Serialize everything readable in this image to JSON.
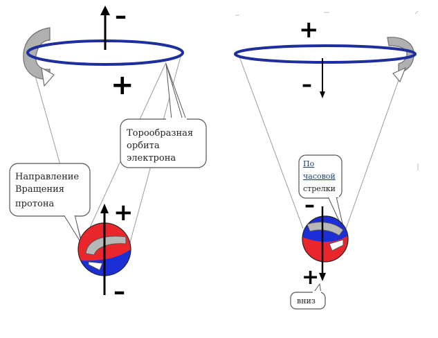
{
  "left_panel": {
    "signs": {
      "top_minus": "–",
      "orbit_plus": "+",
      "proton_plus": "+",
      "proton_minus": "–"
    },
    "callout_orbit": {
      "lines": [
        "Торообразная",
        "орбита",
        "электрона"
      ]
    },
    "callout_rotation": {
      "lines": [
        "Направление",
        "Вращения",
        "протона"
      ]
    }
  },
  "right_panel": {
    "signs": {
      "top_plus": "+",
      "orbit_minus": "–",
      "proton_minus": "–",
      "proton_plus": "+"
    },
    "callout_clockwise": {
      "lines": [
        "По",
        "часовой",
        "стрелки"
      ]
    },
    "callout_down": {
      "label": "вниз"
    }
  },
  "colors": {
    "orbit": "#1e2e9c",
    "proton_red": "#e8262b",
    "proton_blue": "#1c2fd6",
    "rotation_arrow": "#a9a9a9",
    "callout_border": "#555555",
    "cone_line": "#9a9a9a"
  }
}
